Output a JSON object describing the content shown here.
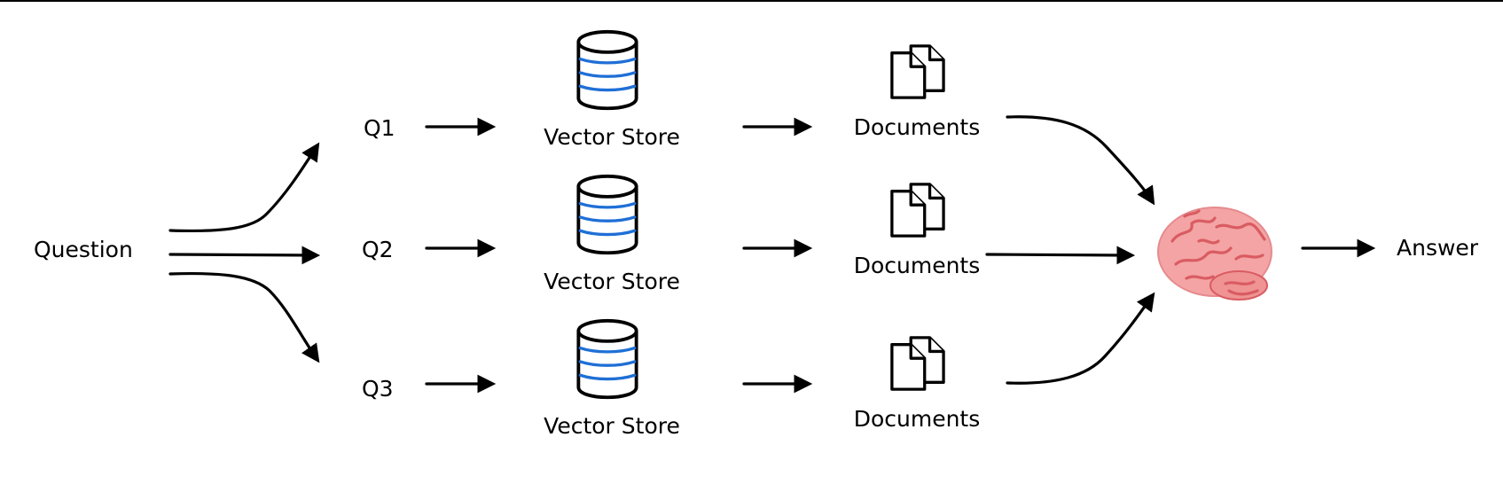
{
  "input": {
    "label": "Question"
  },
  "queries": [
    {
      "label": "Q1"
    },
    {
      "label": "Q2"
    },
    {
      "label": "Q3"
    }
  ],
  "stores": [
    {
      "label": "Vector Store"
    },
    {
      "label": "Vector Store"
    },
    {
      "label": "Vector Store"
    }
  ],
  "documents": [
    {
      "label": "Documents"
    },
    {
      "label": "Documents"
    },
    {
      "label": "Documents"
    }
  ],
  "output": {
    "label": "Answer"
  },
  "icons": {
    "store": "database-icon",
    "documents": "documents-icon",
    "model": "brain-icon"
  },
  "colors": {
    "stroke": "#000000",
    "db_stripe": "#1f6fd6",
    "brain": "#f4a4a4",
    "brain_folds": "#d95c62"
  }
}
